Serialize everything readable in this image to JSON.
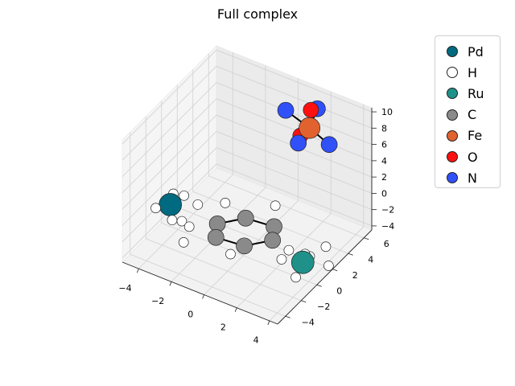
{
  "title": "Full complex",
  "legend": [
    {
      "label": "Pd",
      "color": "#006a80"
    },
    {
      "label": "H",
      "color": "#ffffff"
    },
    {
      "label": "Ru",
      "color": "#1f9189"
    },
    {
      "label": "C",
      "color": "#8a8a8a"
    },
    {
      "label": "Fe",
      "color": "#e2622f"
    },
    {
      "label": "O",
      "color": "#ff1010"
    },
    {
      "label": "N",
      "color": "#3050f8"
    }
  ],
  "chart_data": {
    "type": "scatter",
    "title": "Full complex",
    "projection": "3d",
    "x_ticks": [
      -4,
      -2,
      0,
      2,
      4
    ],
    "y_ticks": [
      -4,
      -2,
      0,
      2,
      4,
      6
    ],
    "z_ticks": [
      -4,
      -2,
      0,
      2,
      4,
      6,
      8,
      10
    ],
    "xlim": [
      -5,
      4.5
    ],
    "ylim": [
      -5,
      7
    ],
    "zlim": [
      -4.5,
      10.5
    ],
    "grid": true,
    "legend_position": "upper-right-outside",
    "series": [
      {
        "name": "Pd",
        "color": "#006a80",
        "points": [
          [
            -3.6,
            -1.8,
            0.6
          ]
        ]
      },
      {
        "name": "H",
        "color": "#ffffff",
        "points": [
          [
            -4.3,
            -2.2,
            0.0
          ],
          [
            -3.8,
            -1.0,
            1.0
          ],
          [
            -3.0,
            -1.3,
            1.7
          ],
          [
            -3.2,
            -2.4,
            -0.4
          ],
          [
            -2.8,
            -2.0,
            -0.6
          ],
          [
            -2.4,
            -0.8,
            0.6
          ],
          [
            -1.2,
            0.2,
            0.8
          ],
          [
            1.0,
            2.0,
            0.5
          ],
          [
            -2.4,
            -2.6,
            -2.3
          ],
          [
            -0.3,
            -1.0,
            -3.6
          ],
          [
            2.2,
            0.3,
            -3.5
          ],
          [
            3.5,
            -0.6,
            -3.8
          ],
          [
            3.3,
            1.6,
            -3.5
          ],
          [
            3.9,
            2.4,
            -2.6
          ],
          [
            4.5,
            1.5,
            -3.6
          ],
          [
            3.2,
            1.2,
            -2.9
          ],
          [
            2.4,
            0.8,
            -2.7
          ],
          [
            -2.2,
            -2.3,
            -0.5
          ]
        ]
      },
      {
        "name": "Ru",
        "color": "#1f9189",
        "points": [
          [
            3.4,
            0.5,
            -3.1
          ]
        ]
      },
      {
        "name": "C",
        "color": "#8a8a8a",
        "points": [
          [
            -1.2,
            -0.8,
            -0.8
          ],
          [
            0.0,
            0.3,
            -0.2
          ],
          [
            1.4,
            1.0,
            -0.8
          ],
          [
            1.5,
            0.6,
            -2.0
          ],
          [
            0.3,
            -0.5,
            -2.6
          ],
          [
            -1.1,
            -1.2,
            -2.0
          ]
        ]
      },
      {
        "name": "Fe",
        "color": "#e2622f",
        "points": [
          [
            1.7,
            4.9,
            7.8
          ]
        ]
      },
      {
        "name": "O",
        "color": "#ff1010",
        "points": [
          [
            1.4,
            5.7,
            9.0
          ],
          [
            1.0,
            5.2,
            6.0
          ]
        ]
      },
      {
        "name": "N",
        "color": "#3050f8",
        "points": [
          [
            0.1,
            5.2,
            8.4
          ],
          [
            1.7,
            5.9,
            9.2
          ],
          [
            3.0,
            4.7,
            7.0
          ],
          [
            1.3,
            4.3,
            6.2
          ]
        ]
      }
    ]
  }
}
